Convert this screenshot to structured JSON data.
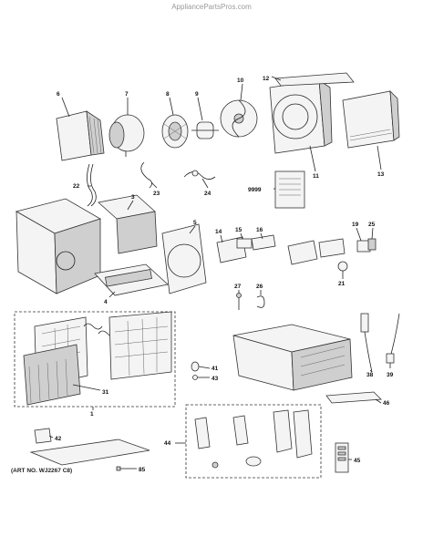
{
  "watermark": "AppliancePartsPros.com",
  "art_number": "(ART NO. WJ2267 C8)",
  "callouts": [
    "1",
    "3",
    "4",
    "5",
    "6",
    "7",
    "8",
    "9",
    "10",
    "11",
    "12",
    "13",
    "14",
    "15",
    "16",
    "19",
    "21",
    "22",
    "23",
    "24",
    "25",
    "26",
    "27",
    "31",
    "38",
    "39",
    "41",
    "42",
    "43",
    "44",
    "45",
    "46",
    "85",
    "9999"
  ]
}
